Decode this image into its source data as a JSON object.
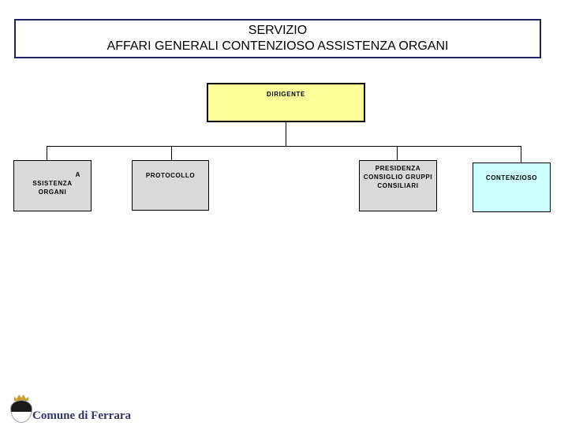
{
  "title": {
    "line1": "SERVIZIO",
    "line2": "AFFARI GENERALI CONTENZIOSO ASSISTENZA ORGANI",
    "border_color": "#232366",
    "text_color": "#000000"
  },
  "chart": {
    "type": "org-chart",
    "connector_color": "#000000",
    "root": {
      "label": "DIRIGENTE",
      "fill_color": "#FFFF99",
      "border_color": "#000000"
    },
    "children": [
      {
        "id": "assistenza-organi",
        "lines": [
          "A",
          "SSISTENZA",
          "ORGANI"
        ],
        "fill_color": "#D9D9D9",
        "border_color": "#000000"
      },
      {
        "id": "protocollo",
        "lines": [
          "PROTOCOLLO"
        ],
        "fill_color": "#D9D9D9",
        "border_color": "#000000"
      },
      {
        "id": "presidenza-consiglio-gruppi-consiliari",
        "lines": [
          "PRESIDENZA",
          "CONSIGLIO GRUPPI",
          "CONSILIARI"
        ],
        "fill_color": "#D9D9D9",
        "border_color": "#000000"
      },
      {
        "id": "contenzioso",
        "lines": [
          "CONTENZIOSO"
        ],
        "fill_color": "#CCFFFF",
        "border_color": "#000000"
      }
    ]
  },
  "footer": {
    "logo": "ferrara-coat-of-arms",
    "crown_color": "#C9A227",
    "text": "Comune di Ferrara",
    "text_color": "#333366"
  }
}
